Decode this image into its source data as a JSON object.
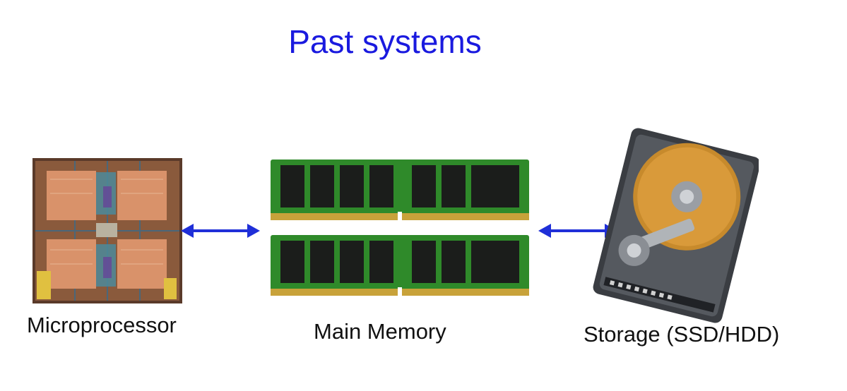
{
  "title": "Past systems",
  "components": {
    "microprocessor": {
      "label": "Microprocessor"
    },
    "memory": {
      "label": "Main Memory"
    },
    "storage": {
      "label": "Storage (SSD/HDD)"
    }
  },
  "colors": {
    "title": "#1a1adf",
    "arrow": "#1f2fd8",
    "pcb_green": "#2f8a2a",
    "chip_black": "#1b1d1b",
    "gold": "#c8a23a",
    "platter": "#c78a2c"
  }
}
